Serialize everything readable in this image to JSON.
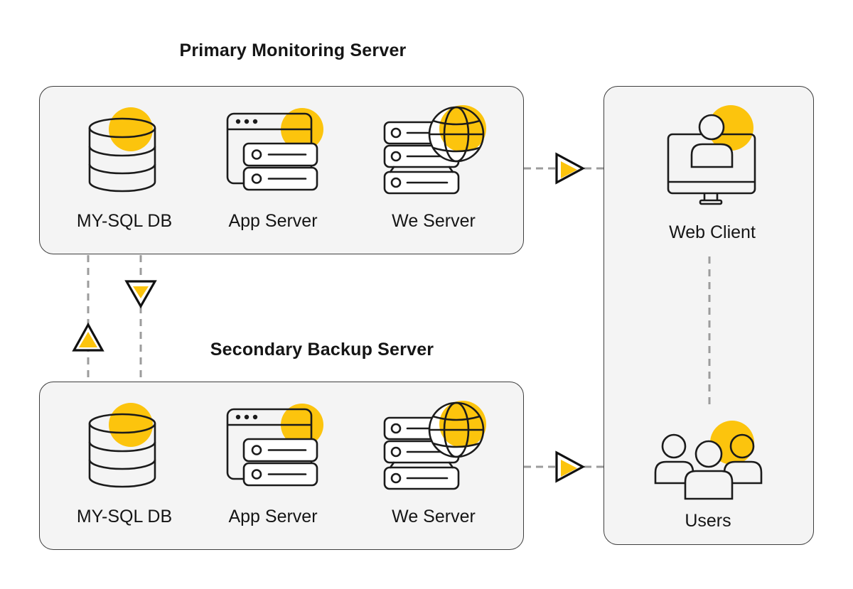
{
  "colors": {
    "accent_yellow": "#FCC40D",
    "box_fill": "#F4F4F4",
    "box_border": "#3E3E3E",
    "connector_gray": "#9C9C9C",
    "icon_stroke": "#1B1B1B",
    "shape_fill_white": "#FFFFFF",
    "text": "#151515"
  },
  "primary": {
    "title": "Primary Monitoring Server",
    "items": [
      {
        "label": "MY-SQL DB",
        "icon": "database-icon"
      },
      {
        "label": "App Server",
        "icon": "app-server-icon"
      },
      {
        "label": "We Server",
        "icon": "web-server-icon"
      }
    ]
  },
  "secondary": {
    "title": "Secondary Backup Server",
    "items": [
      {
        "label": "MY-SQL DB",
        "icon": "database-icon"
      },
      {
        "label": "App Server",
        "icon": "app-server-icon"
      },
      {
        "label": "We Server",
        "icon": "web-server-icon"
      }
    ]
  },
  "clients": {
    "items": [
      {
        "label": "Web Client",
        "icon": "web-client-icon"
      },
      {
        "label": "Users",
        "icon": "users-icon"
      }
    ]
  }
}
